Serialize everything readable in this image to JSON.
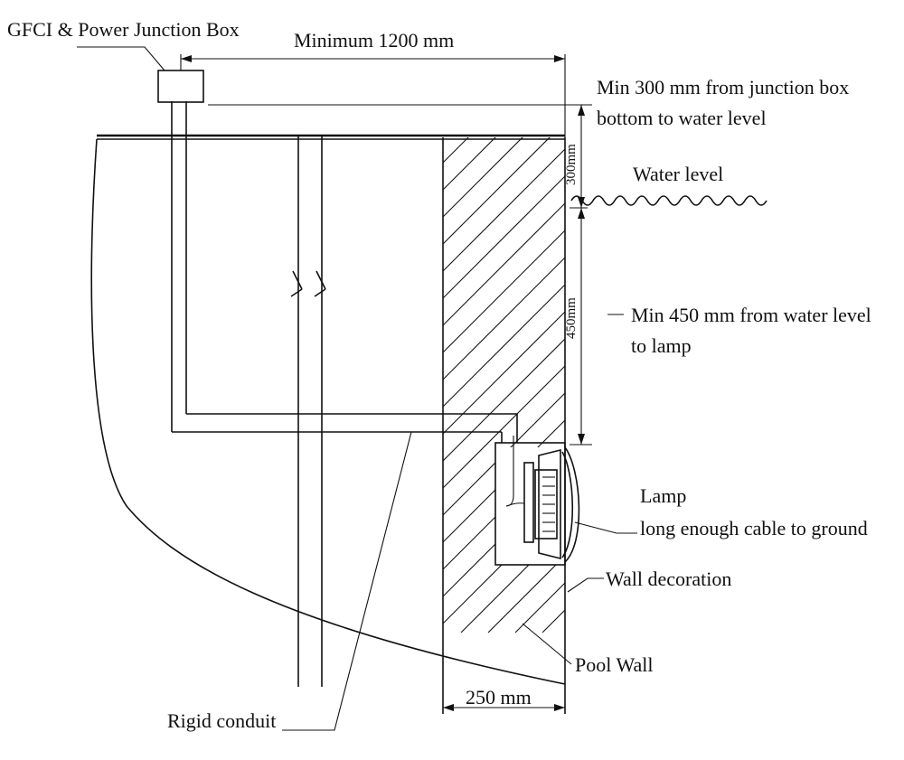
{
  "labels": {
    "junction_box": "GFCI & Power Junction Box",
    "min_1200": "Minimum 1200 mm",
    "min_300_line1": "Min 300 mm from junction box",
    "min_300_line2": "bottom to water level",
    "dim_300": "300mm",
    "water_level": "Water level",
    "dim_450": "450mm",
    "min_450_line1": "Min 450 mm from water level",
    "min_450_line2": "to lamp",
    "lamp": "Lamp",
    "cable": "long enough cable to ground",
    "wall_decoration": "Wall decoration",
    "pool_wall": "Pool Wall",
    "dim_250": "250 mm",
    "rigid_conduit": "Rigid conduit"
  },
  "colors": {
    "line": "#111111",
    "background": "#ffffff"
  }
}
